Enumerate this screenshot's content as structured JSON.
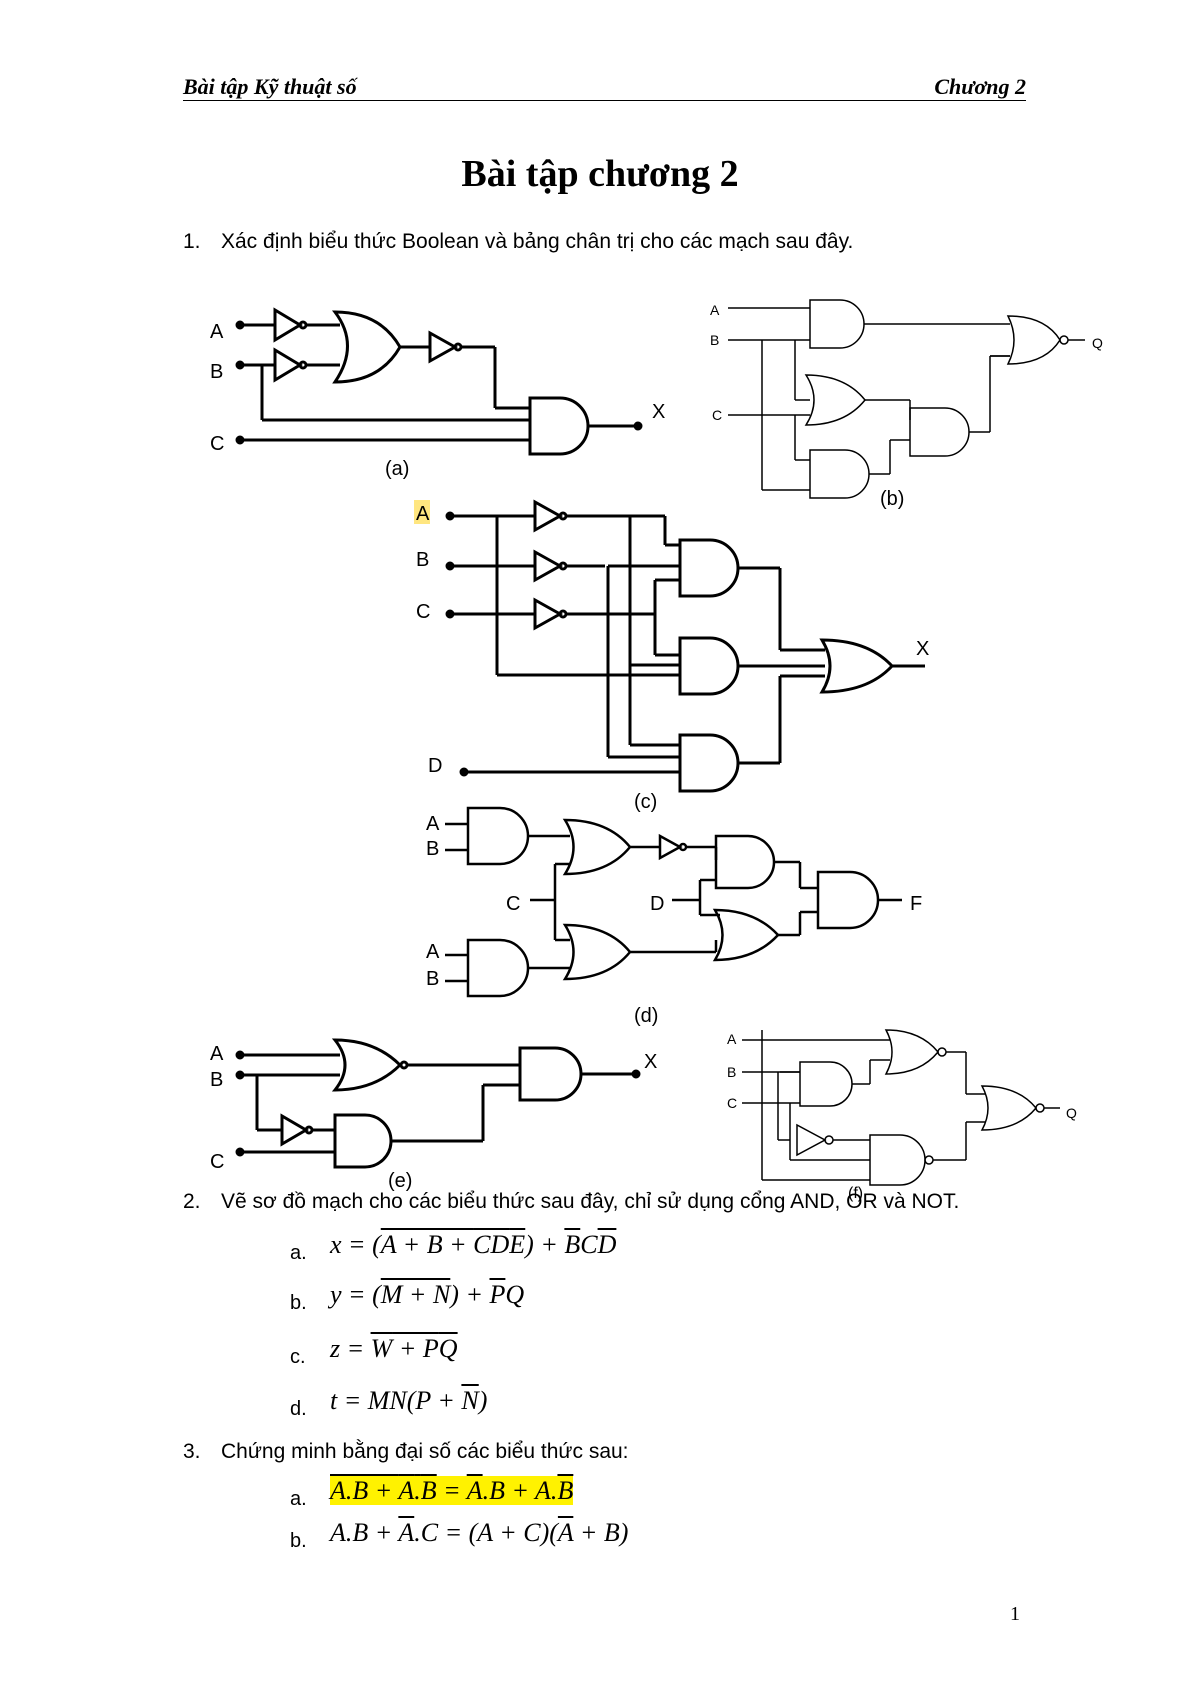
{
  "header": {
    "left": "Bài tập Kỹ thuật số",
    "right": "Chương 2"
  },
  "title": "Bài tập chương 2",
  "q1": {
    "num": "1.",
    "text": "Xác định biểu thức Boolean và bảng chân trị cho các mạch sau đây."
  },
  "figures": {
    "a": {
      "caption": "(a)",
      "inputs": [
        "A",
        "B",
        "C"
      ],
      "output": "X"
    },
    "b": {
      "caption": "(b)",
      "inputs": [
        "A",
        "B",
        "C"
      ],
      "output": "Q"
    },
    "c": {
      "caption": "(c)",
      "inputs": [
        "A",
        "B",
        "C",
        "D"
      ],
      "output": "X"
    },
    "d": {
      "caption": "(d)",
      "inputs": [
        "A",
        "B",
        "C",
        "D",
        "A",
        "B"
      ],
      "output": "F"
    },
    "e": {
      "caption": "(e)",
      "inputs": [
        "A",
        "B",
        "C"
      ],
      "output": "X"
    },
    "f": {
      "caption": "(f)",
      "inputs": [
        "A",
        "B",
        "C"
      ],
      "output": "Q"
    }
  },
  "q2": {
    "num": "2.",
    "text": "Vẽ sơ đồ mạch cho các biểu thức sau đây, chỉ sử dụng cổng AND, OR và NOT.",
    "items": [
      "a.",
      "b.",
      "c.",
      "d."
    ]
  },
  "q3": {
    "num": "3.",
    "text": "Chứng minh bằng đại số các biểu thức sau:",
    "items": [
      "a.",
      "b."
    ]
  },
  "page_number": "1"
}
